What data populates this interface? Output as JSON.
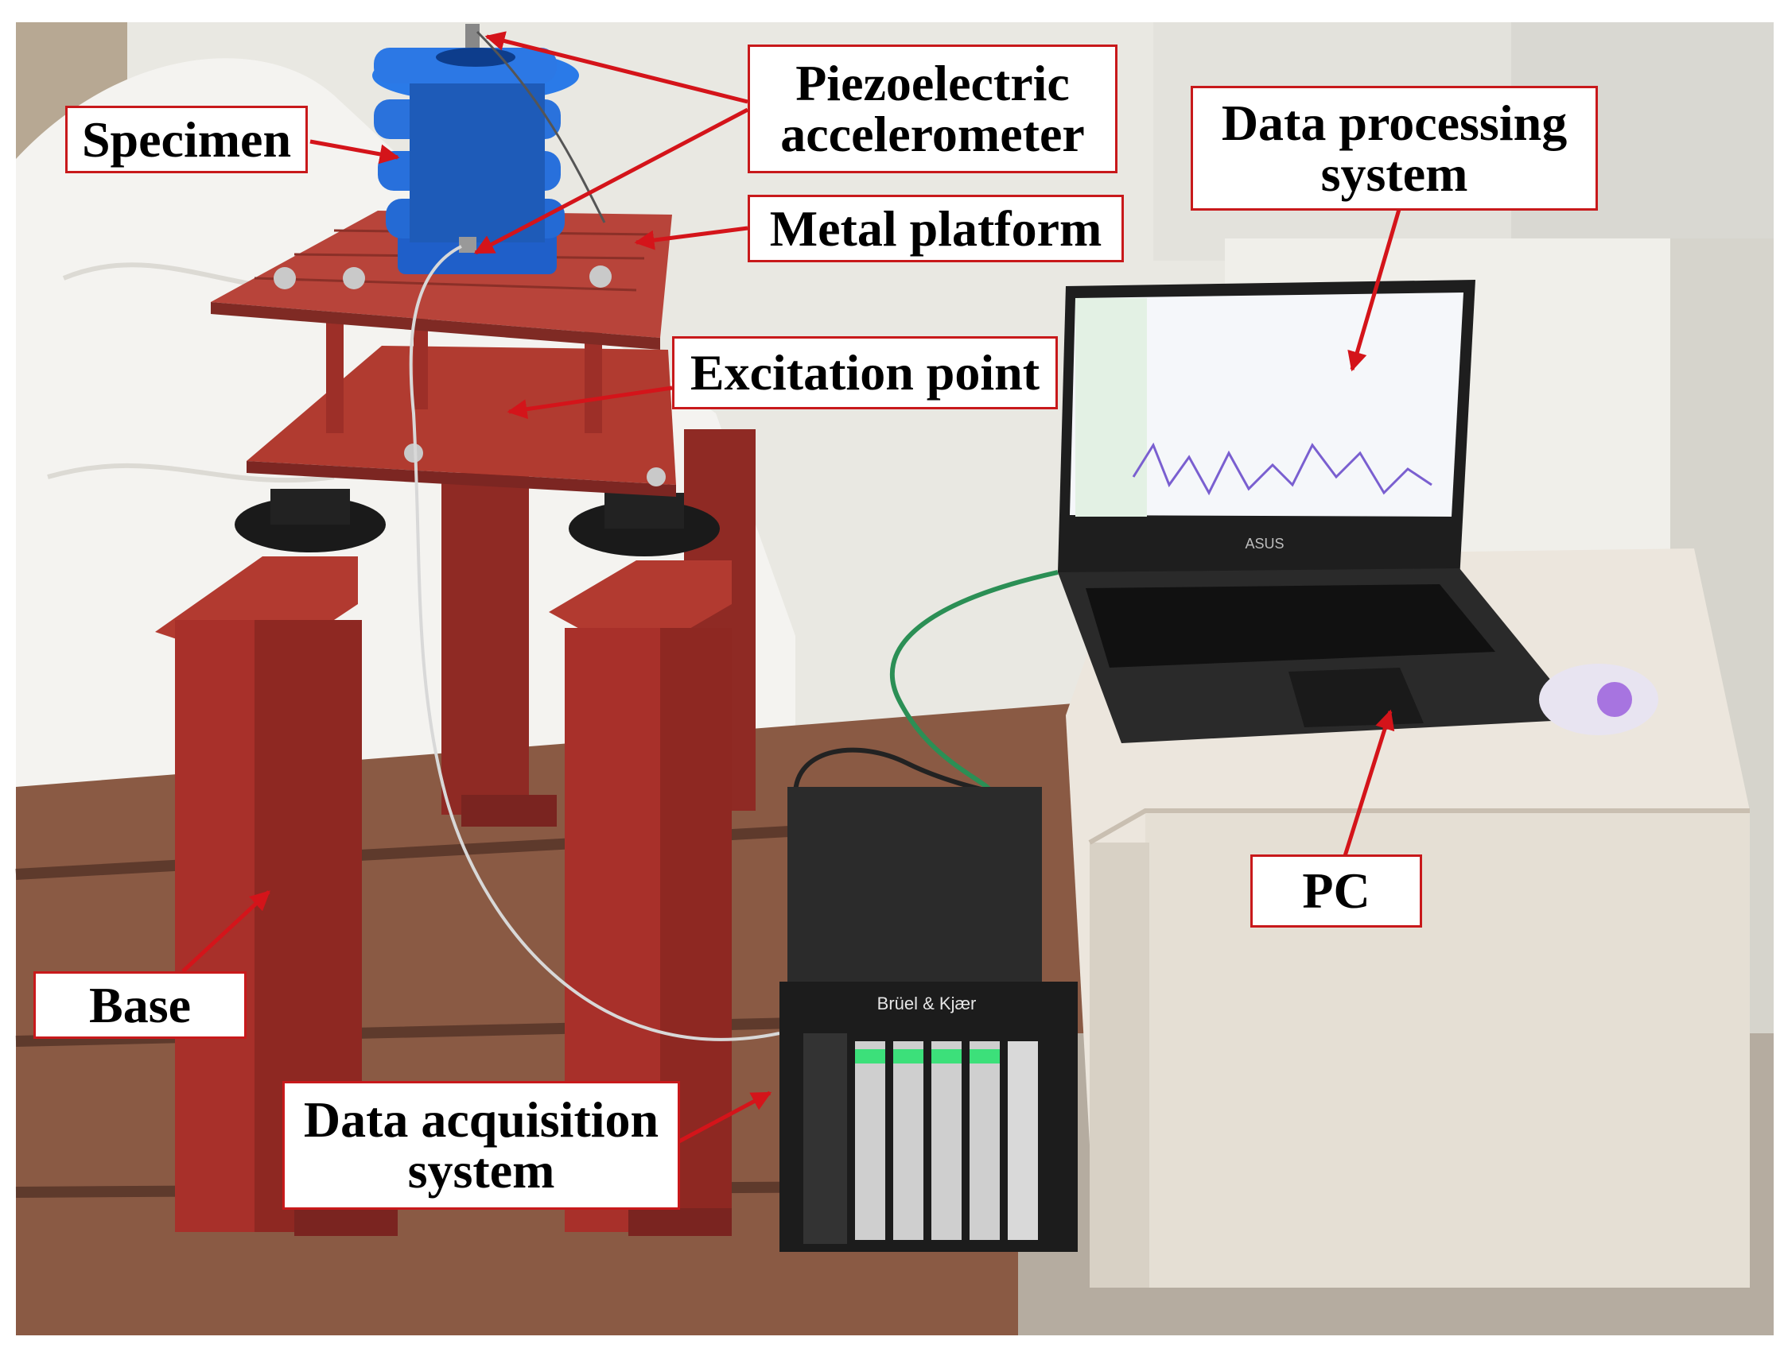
{
  "labels": {
    "specimen": "Specimen",
    "accelerometer_line1": "Piezoelectric",
    "accelerometer_line2": "accelerometer",
    "metal_platform": "Metal platform",
    "excitation_point": "Excitation point",
    "data_processing_line1": "Data processing",
    "data_processing_line2": "system",
    "pc": "PC",
    "base": "Base",
    "data_acquisition_line1": "Data acquisition",
    "data_acquisition_line2": "system"
  },
  "device_text": {
    "daq_brand": "Brüel & Kjær",
    "laptop_brand": "ASUS"
  },
  "colors": {
    "label_border": "#c8191b",
    "arrow": "#d4141a",
    "frame_red": "#a8302a",
    "specimen_blue": "#1f6fe0",
    "wall": "#eeeee8",
    "floor": "#8a5a44"
  }
}
